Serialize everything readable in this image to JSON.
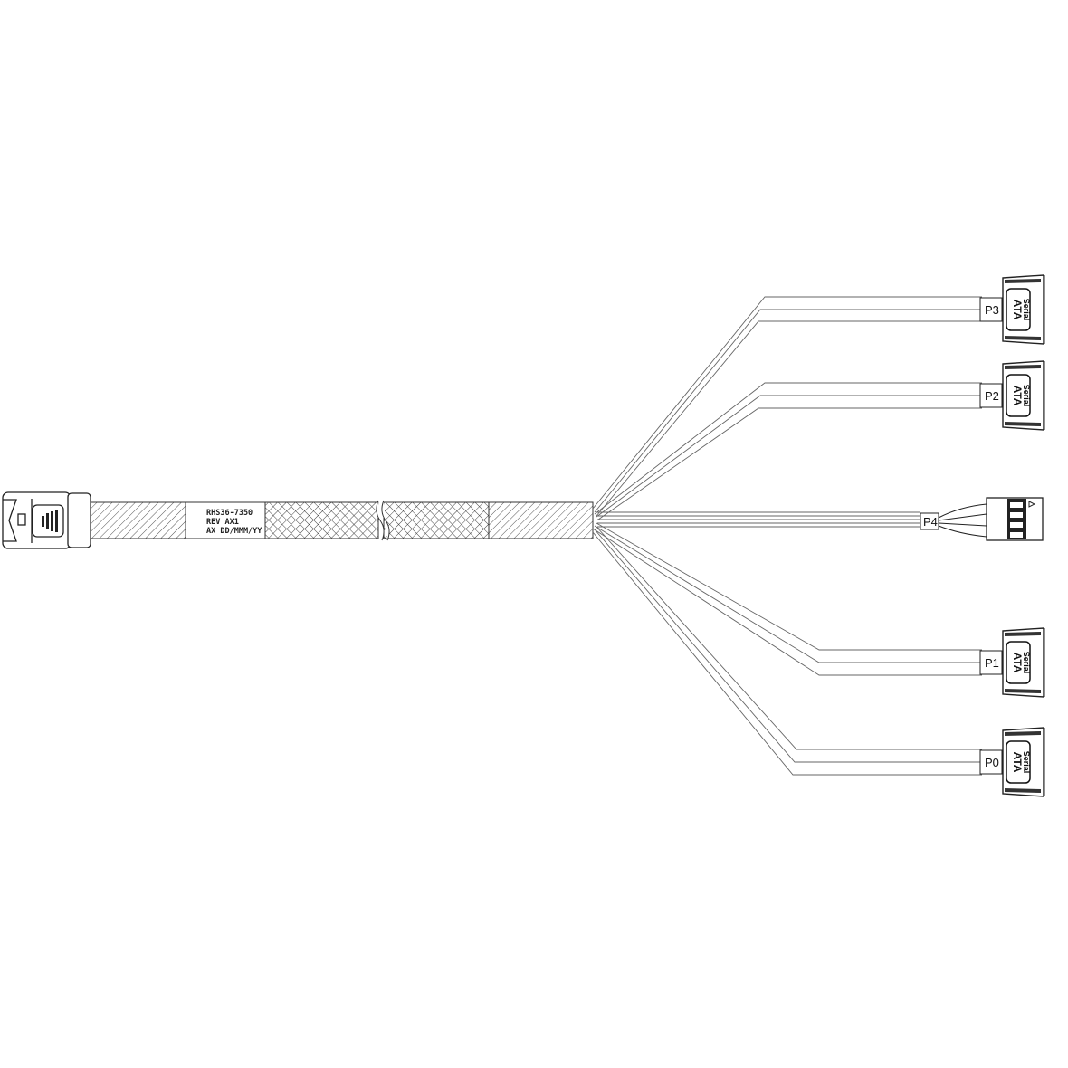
{
  "cable_label": {
    "lines": [
      "RHS36-7350",
      "REV AX1",
      "AX DD/MMM/YY"
    ]
  },
  "connectors": {
    "sata": [
      {
        "port": "P3",
        "brand_top": "Serial",
        "brand_bottom": "ATA"
      },
      {
        "port": "P2",
        "brand_top": "Serial",
        "brand_bottom": "ATA"
      },
      {
        "port": "P1",
        "brand_top": "Serial",
        "brand_bottom": "ATA"
      },
      {
        "port": "P0",
        "brand_top": "Serial",
        "brand_bottom": "ATA"
      }
    ],
    "sideband": {
      "port": "P4"
    }
  },
  "colors": {
    "line": "#222222",
    "wire": "#777777",
    "sata_fill": "#2a2a2a"
  }
}
